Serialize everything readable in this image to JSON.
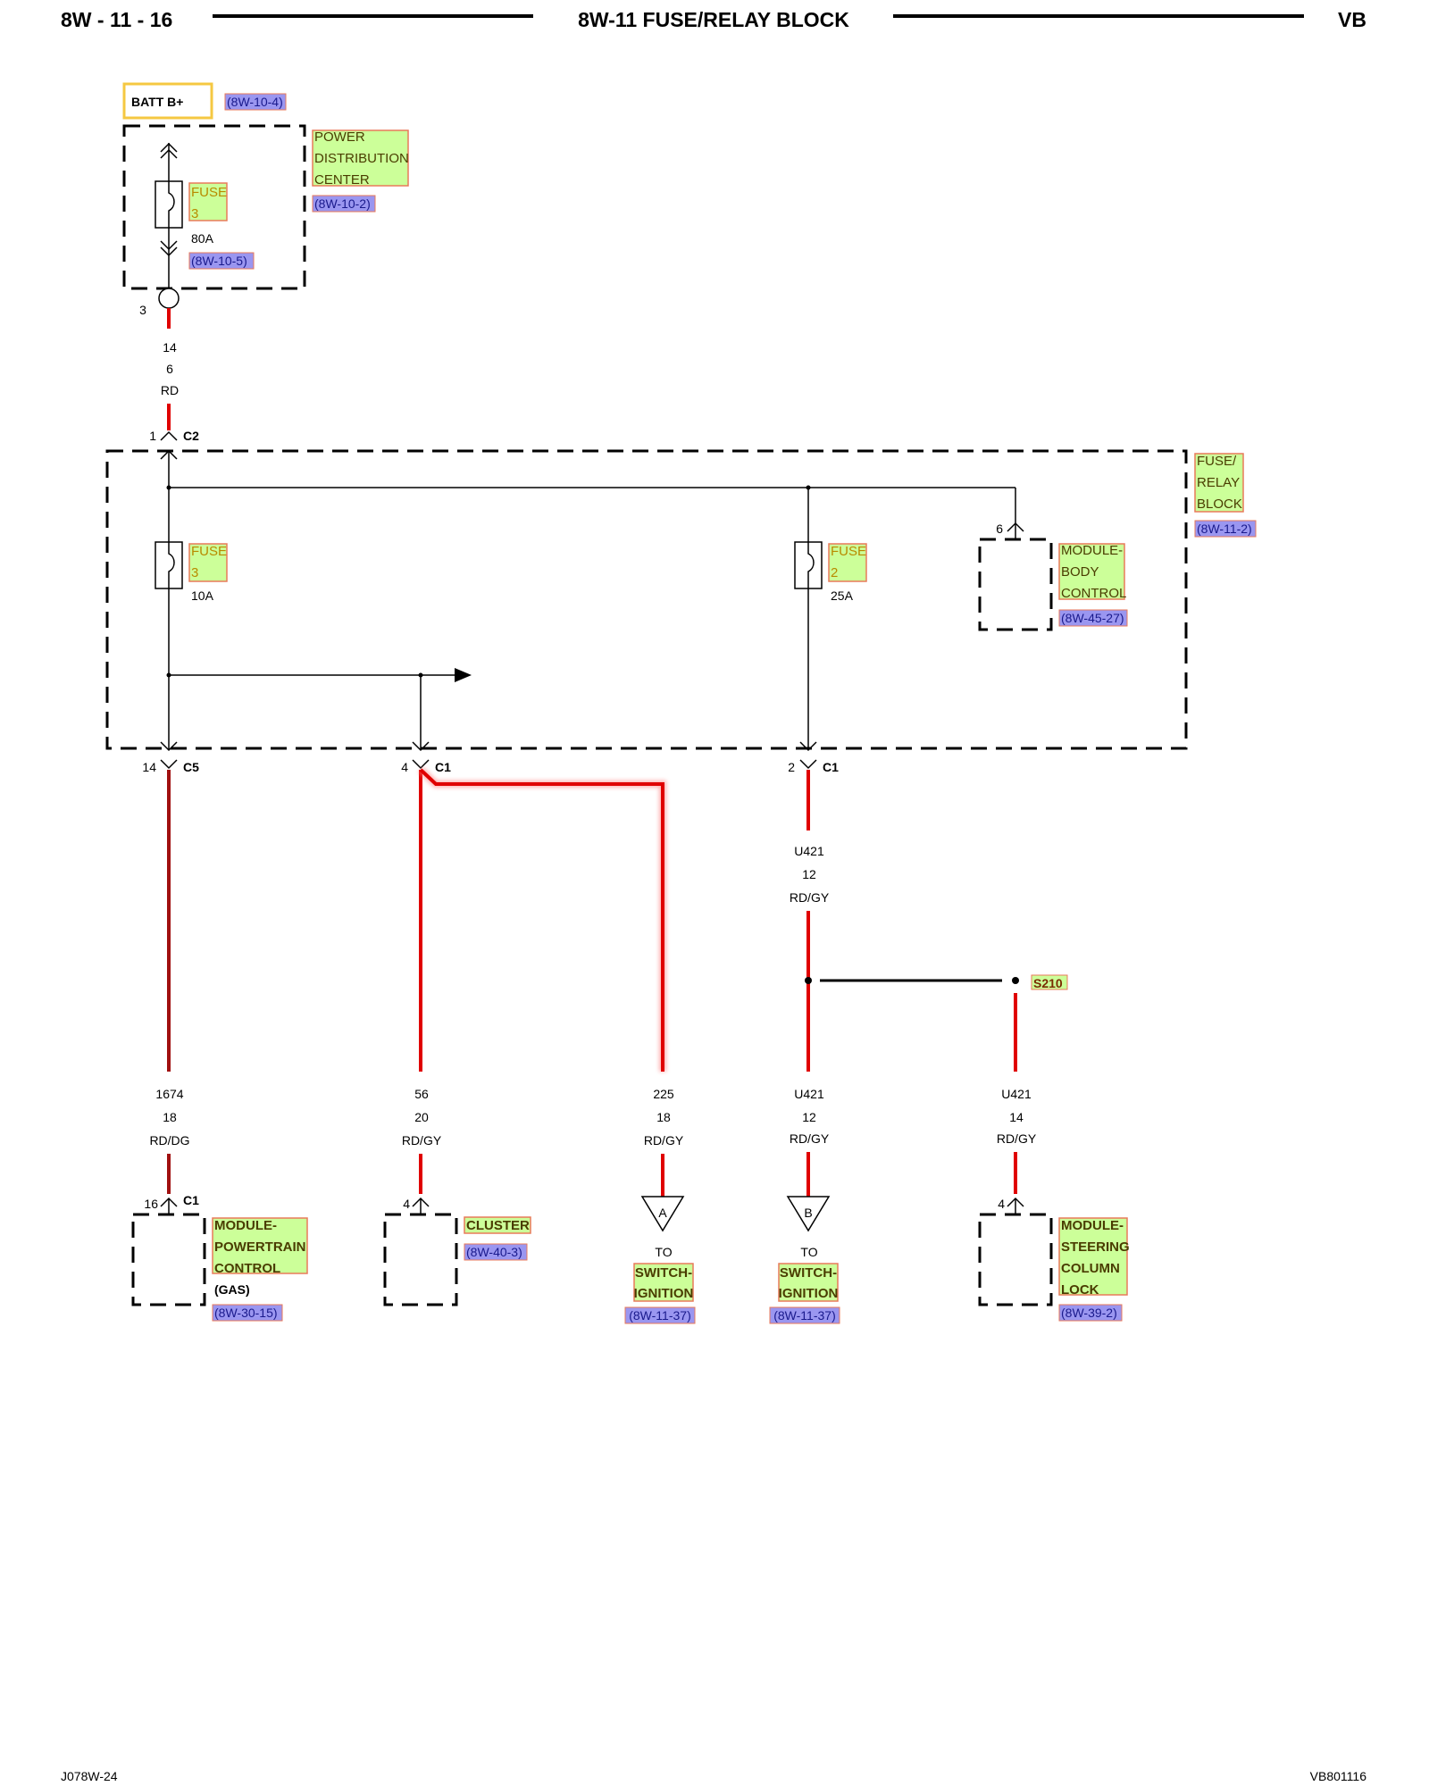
{
  "header": {
    "left": "8W - 11 - 16",
    "title": "8W-11 FUSE/RELAY BLOCK",
    "right": "VB"
  },
  "footer": {
    "left": "J078W-24",
    "right": "VB801116"
  },
  "colors": {
    "wire": "#e00000",
    "wire_dark": "#a01010",
    "highlight": "#ccff99",
    "highlight_border": "#e87a5a",
    "ref_fill": "#9a96f0",
    "batt_border": "#f5c842"
  },
  "batt": {
    "label": "BATT B+",
    "ref": "(8W-10-4)"
  },
  "pdc": {
    "name_lines": [
      "POWER",
      "DISTRIBUTION",
      "CENTER"
    ],
    "ref": "(8W-10-2)",
    "fuse_label": "FUSE",
    "fuse_num": "3",
    "fuse_amps": "80A",
    "fuse_ref": "(8W-10-5)",
    "pin": "3"
  },
  "wire_pdc": {
    "code": "14",
    "gauge": "6",
    "color": "RD"
  },
  "c2": {
    "pin": "1",
    "conn": "C2"
  },
  "frb": {
    "name_lines": [
      "FUSE/",
      "RELAY",
      "BLOCK"
    ],
    "ref": "(8W-11-2)",
    "fuse3": {
      "label": "FUSE",
      "num": "3",
      "amps": "10A"
    },
    "fuse2": {
      "label": "FUSE",
      "num": "2",
      "amps": "25A"
    },
    "bcm": {
      "pin": "6",
      "name_lines": [
        "MODULE-",
        "BODY",
        "CONTROL"
      ],
      "ref": "(8W-45-27)"
    }
  },
  "outputs": {
    "c5": {
      "pin": "14",
      "conn": "C5"
    },
    "c1a": {
      "pin": "4",
      "conn": "C1"
    },
    "c1b": {
      "pin": "2",
      "conn": "C1"
    }
  },
  "upper_wire": {
    "code": "U421",
    "gauge": "12",
    "color": "RD/GY"
  },
  "splice": "S210",
  "wires": [
    {
      "code": "1674",
      "gauge": "18",
      "color": "RD/DG"
    },
    {
      "code": "56",
      "gauge": "20",
      "color": "RD/GY"
    },
    {
      "code": "225",
      "gauge": "18",
      "color": "RD/GY"
    },
    {
      "code": "U421",
      "gauge": "12",
      "color": "RD/GY"
    },
    {
      "code": "U421",
      "gauge": "14",
      "color": "RD/GY"
    }
  ],
  "pcm": {
    "pin": "16",
    "conn": "C1",
    "name_lines": [
      "MODULE-",
      "POWERTRAIN",
      "CONTROL"
    ],
    "variant": "(GAS)",
    "ref": "(8W-30-15)"
  },
  "cluster": {
    "pin": "4",
    "name": "CLUSTER",
    "ref": "(8W-40-3)"
  },
  "switch_a": {
    "letter": "A",
    "to": "TO",
    "name_lines": [
      "SWITCH-",
      "IGNITION"
    ],
    "ref": "(8W-11-37)"
  },
  "switch_b": {
    "letter": "B",
    "to": "TO",
    "name_lines": [
      "SWITCH-",
      "IGNITION"
    ],
    "ref": "(8W-11-37)"
  },
  "scl": {
    "pin": "4",
    "name_lines": [
      "MODULE-",
      "STEERING",
      "COLUMN",
      "LOCK"
    ],
    "ref": "(8W-39-2)"
  }
}
